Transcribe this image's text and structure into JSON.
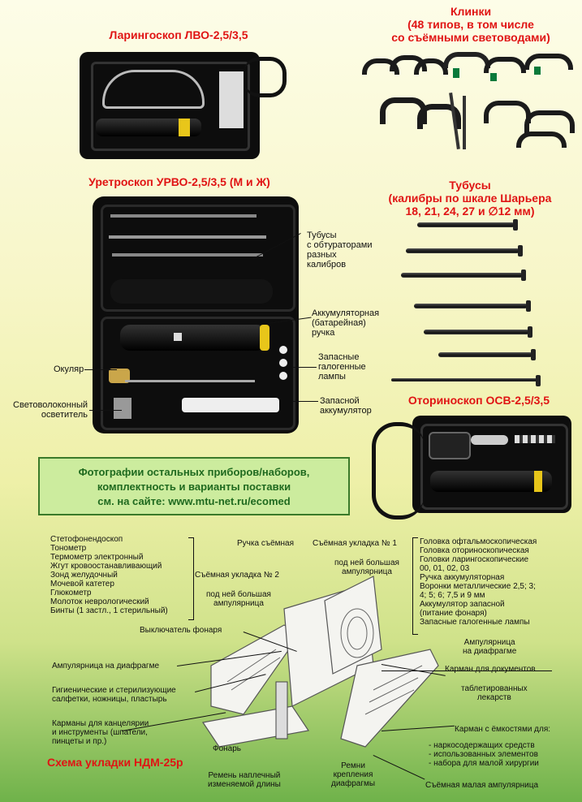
{
  "titles": {
    "laryngoscope": "Ларингоскоп ЛВО-2,5/3,5",
    "blades_1": "Клинки",
    "blades_2": "(48 типов, в том числе",
    "blades_3": "со съёмными световодами)",
    "urethroscope": "Уретроскоп УРВО-2,5/3,5 (М и Ж)",
    "tubes_1": "Тубусы",
    "tubes_2": "(калибры по шкале Шарьера",
    "tubes_3": "18, 21, 24, 27 и ∅12 мм)",
    "otoscope": "Оториноскоп ОСВ-2,5/3,5",
    "scheme": "Схема укладки НДМ-25р"
  },
  "urethro_labels": {
    "tubes": [
      "Тубусы",
      "с обтураторами",
      "разных",
      "калибров"
    ],
    "battery": [
      "Аккумуляторная",
      "(батарейная)",
      "ручка"
    ],
    "lamps": [
      "Запасные",
      "галогенные",
      "лампы"
    ],
    "eyepiece": "Окуляр",
    "illuminator": [
      "Световолоконный",
      "осветитель"
    ],
    "spare_battery": [
      "Запасной",
      "аккумулятор"
    ]
  },
  "info": {
    "line1": "Фотографии остальных приборов/наборов,",
    "line2": "комплектность и варианты поставки",
    "line3": "см. на сайте: www.mtu-net.ru/ecomed"
  },
  "scheme": {
    "left_list": [
      "Стетофонендоскоп",
      "Тонометр",
      "Термометр электронный",
      "Жгут кровоостанавливающий",
      "Зонд желудочный",
      "Мочевой катетер",
      "Глюкометр",
      "Молоток неврологический",
      "Бинты (1 застл., 1 стерильный)"
    ],
    "handle": "Ручка съёмная",
    "pack1": "Съёмная укладка № 1",
    "under1": [
      "под ней большая",
      "ампулярница"
    ],
    "pack2": "Съёмная укладка № 2",
    "under2": [
      "под ней большая",
      "ампулярница"
    ],
    "switch": "Выключатель фонаря",
    "amp_diaphragm_left": "Ампулярница на диафрагме",
    "hygiene": [
      "Гигиенические и стерилизующие",
      "салфетки, ножницы, пластырь"
    ],
    "pockets": [
      "Карманы для канцелярии",
      "и инструменты (шпатели,",
      "пинцеты и пр.)"
    ],
    "flashlight": "Фонарь",
    "strap": [
      "Ремень наплечный",
      "изменяемой длины"
    ],
    "belts": [
      "Ремни",
      "крепления",
      "диафрагмы"
    ],
    "right_list": [
      "Головка офтальмоскопическая",
      "Головка оториноскопическая",
      "Головки ларингоскопические",
      "00, 01, 02, 03",
      "Ручка аккумуляторная",
      "Воронки металлические 2,5; 3;",
      "4; 5; 6; 7,5 и 9 мм",
      "Аккумулятор запасной",
      "(питание фонаря)",
      "Запасные галогенные лампы"
    ],
    "amp_diaphragm_right": [
      "Ампулярница",
      "на диафрагме"
    ],
    "doc_pocket": "Карман для документов",
    "tablets": [
      "таблетированных",
      "лекарств"
    ],
    "containers": "Карман с ёмкостями для:",
    "containers_list": [
      "- наркосодержащих средств",
      "- использованных элементов",
      "- набора для малой хирургии"
    ],
    "small_amp": "Съёмная малая ампулярница"
  }
}
